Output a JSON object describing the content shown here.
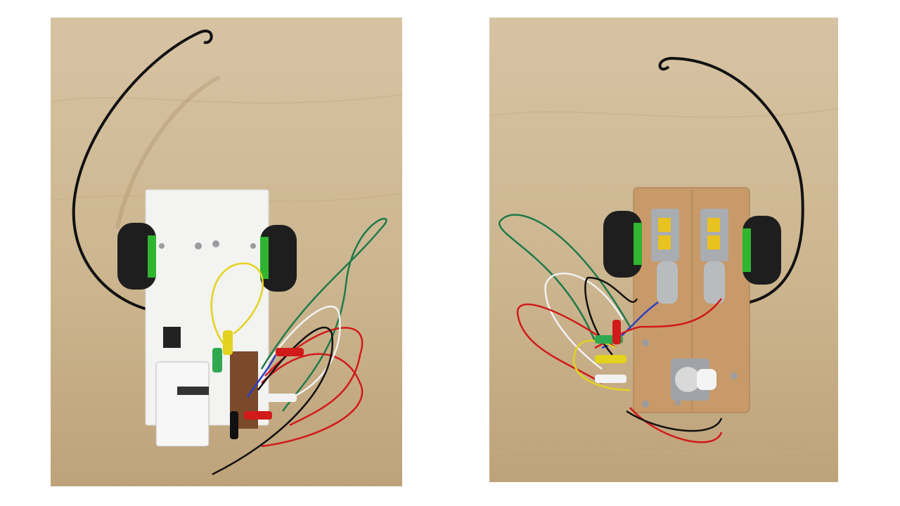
{
  "slide": {
    "photos": [
      {
        "id": "left",
        "subject": "robot-car-top-view"
      },
      {
        "id": "right",
        "subject": "robot-car-bottom-view"
      }
    ]
  },
  "colors": {
    "background": "#ffffff",
    "table_wood": "#ccb690",
    "white_board": "#f3f3f1",
    "plywood_board": "#c89a6a",
    "wheel_tire": "#1e1e1e",
    "wheel_hub": "#2fb52f",
    "wire_red": "#d11a1a",
    "wire_green": "#1f7a4a",
    "wire_yellow": "#e3d21e",
    "wire_blue": "#2a3fc7",
    "wire_white": "#f2f2f2",
    "wire_black": "#111111",
    "motor_gray": "#a9acb0",
    "motor_gear": "#e8c21f"
  }
}
